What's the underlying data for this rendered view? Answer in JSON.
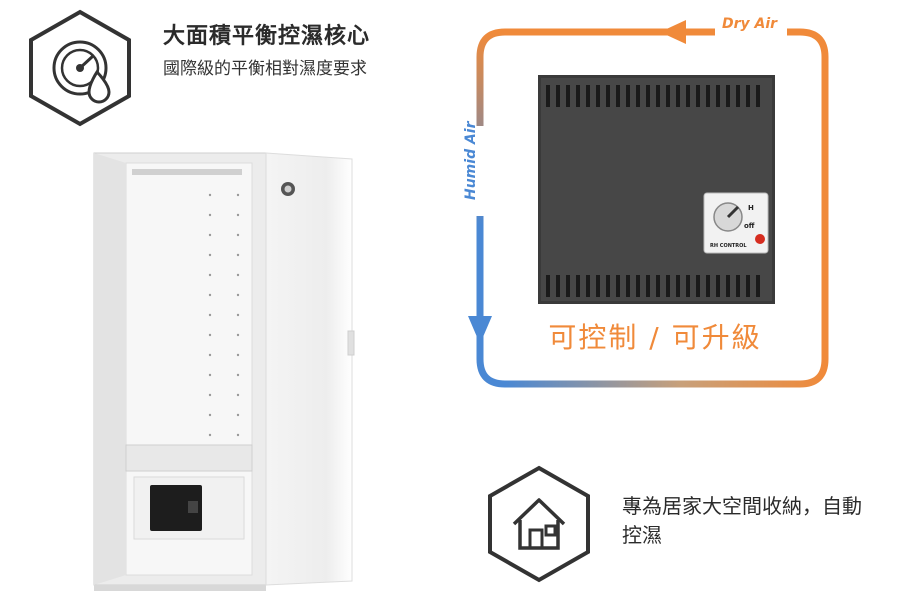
{
  "feature_top": {
    "icon": "gauge-drop-icon",
    "title": "大面積平衡控濕核心",
    "description": "國際級的平衡相對濕度要求"
  },
  "airflow": {
    "dry_label": "Dry Air",
    "humid_label": "Humid Air",
    "control_label": "可控制 / 可升級",
    "colors": {
      "dry": "#f08a3a",
      "humid": "#4a88d4"
    }
  },
  "module": {
    "icon": "dehumidifier-module-image",
    "dial_marks": [
      "H",
      "off"
    ],
    "dial_caption": "RH CONTROL"
  },
  "cabinet": {
    "icon": "dry-cabinet-image"
  },
  "feature_bottom": {
    "icon": "house-icon",
    "text": "專為居家大空間收納，自動控濕"
  }
}
